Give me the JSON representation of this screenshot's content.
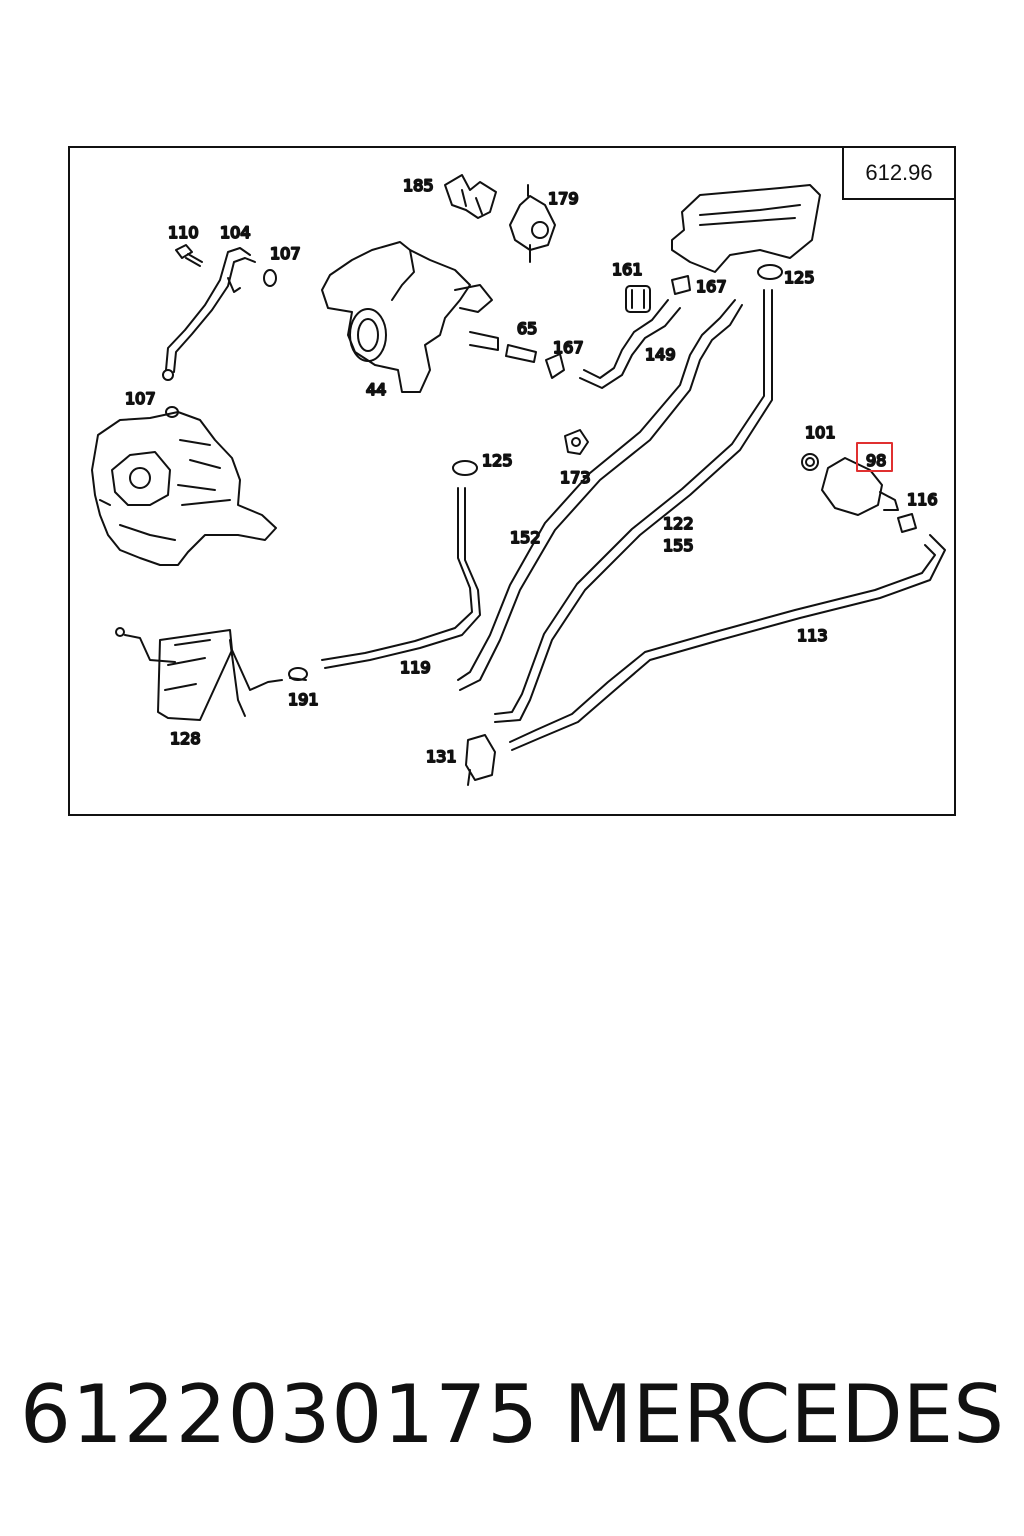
{
  "diagram": {
    "code": "612.96",
    "highlight_label": "98",
    "highlight_color": "#e03030",
    "labels": {
      "l185": "185",
      "l179": "179",
      "l110": "110",
      "l104": "104",
      "l107a": "107",
      "l161": "161",
      "l167a": "167",
      "l125a": "125",
      "l65": "65",
      "l167b": "167",
      "l149": "149",
      "l44": "44",
      "l107b": "107",
      "l101": "101",
      "l125b": "125",
      "l173": "173",
      "l116": "116",
      "l152": "152",
      "l122": "122",
      "l155": "155",
      "l113": "113",
      "l119": "119",
      "l191": "191",
      "l128": "128",
      "l131": "131"
    }
  },
  "footer": {
    "part_number": "6122030175",
    "brand": "MERCEDES"
  }
}
